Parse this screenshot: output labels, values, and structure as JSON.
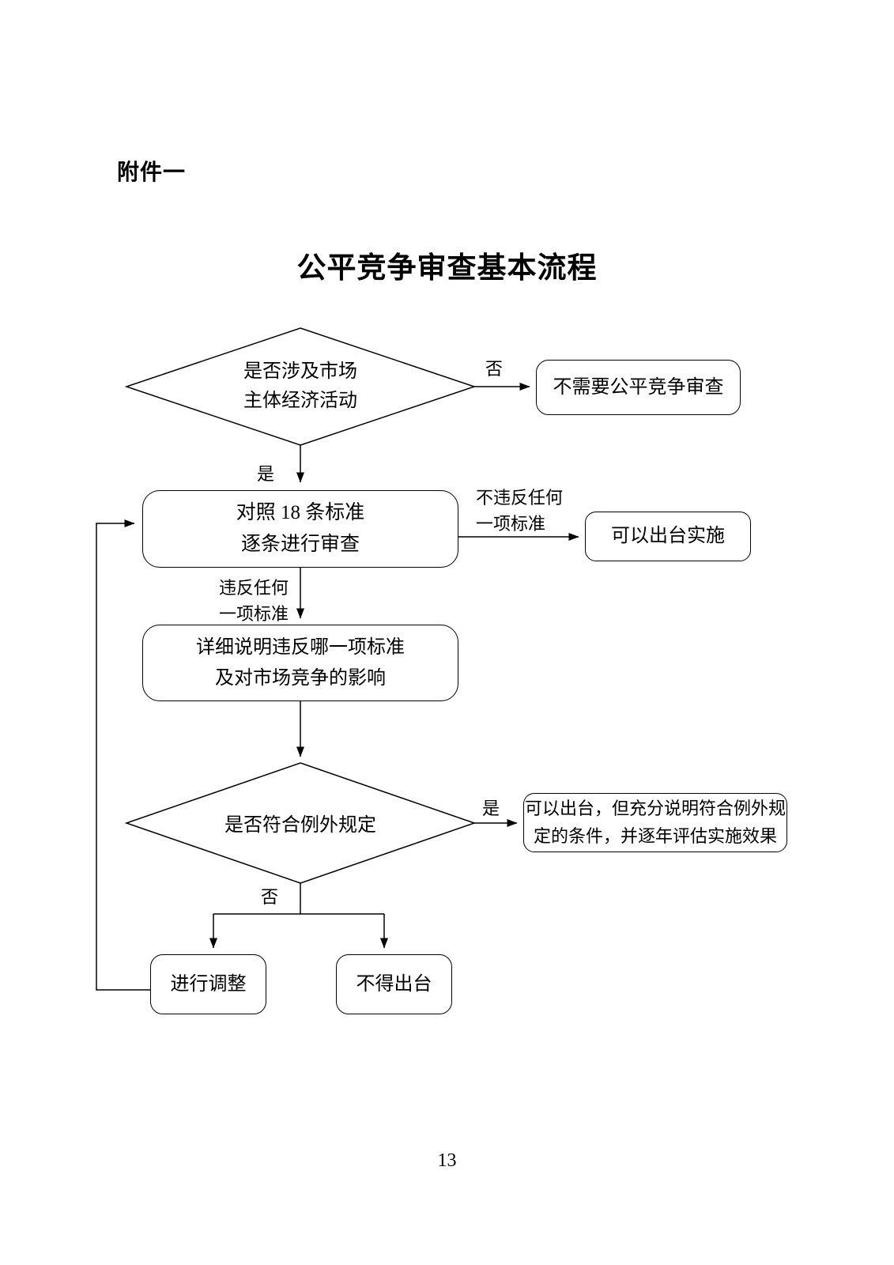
{
  "page": {
    "attachment_label": "附件一",
    "title": "公平竞争审查基本流程",
    "page_number": "13"
  },
  "flowchart": {
    "type": "flowchart",
    "nodes": {
      "decision_market": {
        "shape": "diamond",
        "line1": "是否涉及市场",
        "line2": "主体经济活动"
      },
      "no_review": {
        "shape": "rounded-rect",
        "label": "不需要公平竞争审查"
      },
      "review_standards": {
        "shape": "rounded-rect",
        "line1": "对照 18 条标准",
        "line2": "逐条进行审查"
      },
      "can_issue": {
        "shape": "rounded-rect",
        "label": "可以出台实施"
      },
      "explain_violation": {
        "shape": "rounded-rect",
        "line1": "详细说明违反哪一项标准",
        "line2": "及对市场竞争的影响"
      },
      "decision_exception": {
        "shape": "diamond",
        "label": "是否符合例外规定"
      },
      "issue_with_conditions": {
        "shape": "rounded-rect",
        "line1": "可以出台，但充分说明符合例外规",
        "line2": "定的条件，并逐年评估实施效果"
      },
      "adjust": {
        "shape": "rounded-rect",
        "label": "进行调整"
      },
      "must_not_issue": {
        "shape": "rounded-rect",
        "label": "不得出台"
      }
    },
    "edge_labels": {
      "no_1": "否",
      "yes_1": "是",
      "not_violating": {
        "line1": "不违反任何",
        "line2": "一项标准"
      },
      "violating": {
        "line1": "违反任何",
        "line2": "一项标准"
      },
      "yes_2": "是",
      "no_2": "否"
    },
    "colors": {
      "stroke": "#000000",
      "background": "#ffffff"
    }
  }
}
